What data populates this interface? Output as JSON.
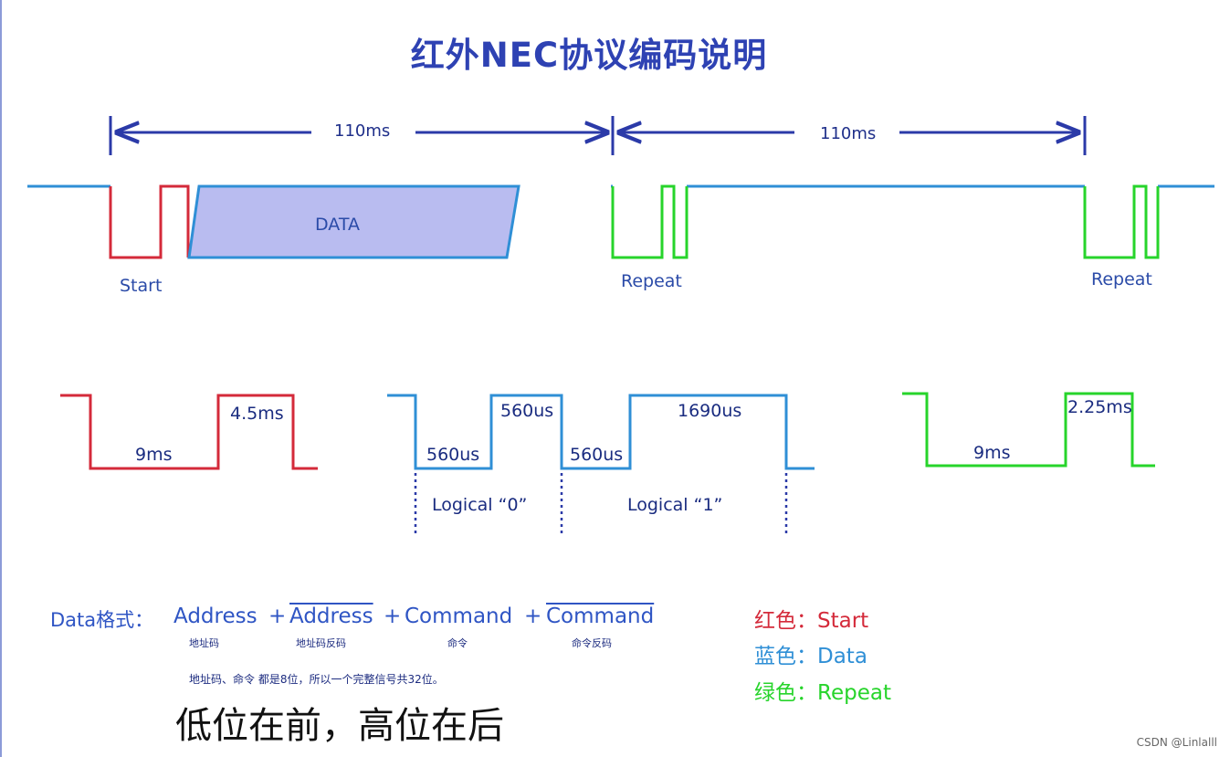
{
  "title": "红外NEC协议编码说明",
  "timeline": {
    "span1": "110ms",
    "span2": "110ms"
  },
  "top_labels": {
    "start": "Start",
    "data": "DATA",
    "repeat1": "Repeat",
    "repeat2": "Repeat"
  },
  "start_detail": {
    "low": "9ms",
    "high": "4.5ms"
  },
  "bit_detail": {
    "zero_low": "560us",
    "zero_high": "560us",
    "one_low": "560us",
    "one_high": "1690us",
    "zero_label": "Logical “0”",
    "one_label": "Logical “1”"
  },
  "repeat_detail": {
    "low": "9ms",
    "high": "2.25ms"
  },
  "data_format": {
    "prefix": "Data格式：",
    "fields": [
      {
        "label": "Address",
        "sub": "地址码",
        "inverted": false
      },
      {
        "label": "Address",
        "sub": "地址码反码",
        "inverted": true
      },
      {
        "label": "Command",
        "sub": "命令",
        "inverted": false
      },
      {
        "label": "Command",
        "sub": "命令反码",
        "inverted": true
      }
    ],
    "plus": "+",
    "note": "地址码、命令 都是8位，所以一个完整信号共32位。",
    "order": "低位在前，高位在后"
  },
  "legend": [
    {
      "label": "红色：Start",
      "color": "#d42a3a"
    },
    {
      "label": "蓝色：Data",
      "color": "#2f8fd6"
    },
    {
      "label": "绿色：Repeat",
      "color": "#27d42b"
    }
  ],
  "colors": {
    "start": "#d42a3a",
    "data": "#2f8fd6",
    "repeat": "#27d42b",
    "arrow": "#2b3aa8"
  },
  "watermark": "CSDN @Linlalll"
}
